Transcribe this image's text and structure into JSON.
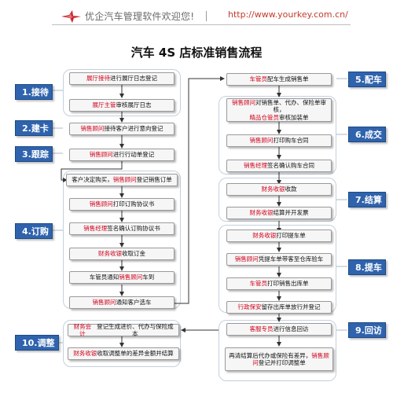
{
  "header": {
    "left_text": "优企汽车管理软件欢迎您!",
    "right_text": "http://www.yourkey.com.cn/"
  },
  "title": "汽车 4S 店标准销售流程",
  "steps": [
    "1.接待",
    "2.建卡",
    "3.跟踪",
    "4.订购",
    "5.配车",
    "6.成交",
    "7.结算",
    "8.提车",
    "9.回访",
    "10.调整"
  ],
  "left_boxes": {
    "b1": {
      "role": "展厅接待",
      "text": "进行展厅日志登记"
    },
    "b2": {
      "role": "展厅主管",
      "text": "审核展厅日志"
    },
    "b3": {
      "role": "销售顾问",
      "text": "接待客户进行意向登记"
    },
    "b4": {
      "role": "销售顾问",
      "text": "进行行动单登记"
    },
    "b5": {
      "pre": "客户决定购买，",
      "role": "销售顾问",
      "text": "登记销售订单"
    },
    "b6": {
      "role": "销售顾问",
      "text": "打印订购协议书"
    },
    "b7": {
      "role": "销售经理",
      "text": "签名确认订购协议书"
    },
    "b8": {
      "role": "财务收银",
      "text": "收取订金"
    },
    "b9": {
      "pre": "车管员通知",
      "role": "销售顾问",
      "text": "车到"
    },
    "b10": {
      "role": "销售顾问",
      "text": "通知客户选车"
    },
    "b11": {
      "role": "财务会计",
      "text": "登记生成进价、代办与保险成本"
    },
    "b12": {
      "role": "财务收银",
      "text": "收取调整单的差异金额并结算"
    }
  },
  "right_boxes": {
    "r1": {
      "role": "车管员",
      "text": "配车生成销售单"
    },
    "r2": {
      "role1": "销售顾问",
      "line1": "对销售单、代办、保险单审核，",
      "role2": "精品仓管员",
      "line2": "审核加装单"
    },
    "r3": {
      "role": "销售顾问",
      "text": "打印购车合同"
    },
    "r4": {
      "role": "销售经理",
      "text": "签名确认购车合同"
    },
    "r5": {
      "role": "财务收银",
      "text": "收款"
    },
    "r6": {
      "role": "财务收银",
      "text": "结算并开发票"
    },
    "r7": {
      "role": "财务收银",
      "text": "打印提车单"
    },
    "r8": {
      "role": "销售顾问",
      "text": "凭提车单带客至仓库验车"
    },
    "r9": {
      "role": "车管员",
      "text": "打印销售出库单"
    },
    "r10": {
      "role": "行政保安",
      "text": "留存出库单放行并登记"
    },
    "r11": {
      "role": "客服专员",
      "text": "进行信息回访"
    },
    "r12": {
      "line1": "再清结算后代办或保险有差异，",
      "role": "销售顾",
      "line2_role": "问",
      "line2": "登记并打印调整单"
    }
  }
}
